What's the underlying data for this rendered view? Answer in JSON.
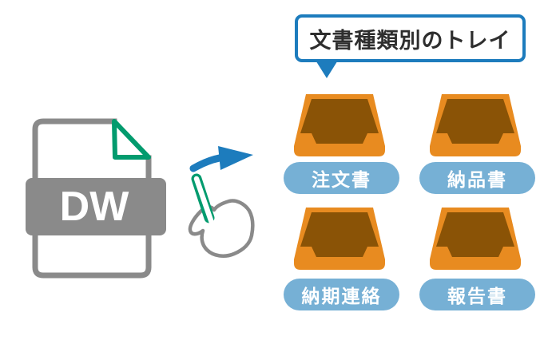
{
  "title": {
    "label": "文書種類別のトレイ"
  },
  "source_document": {
    "label": "DW"
  },
  "trays": [
    {
      "label": "注文書"
    },
    {
      "label": "納品書"
    },
    {
      "label": "納期連絡"
    },
    {
      "label": "報告書"
    }
  ],
  "icons": {
    "document": "dw-file-icon",
    "fold": "page-fold-corner-icon",
    "arrow": "right-arrow-icon",
    "hand": "pointing-hand-icon",
    "tray": "inbox-tray-icon",
    "pointer": "callout-pointer-icon"
  },
  "colors": {
    "accent_blue": "#1d7cbd",
    "pill_blue": "#76b0d5",
    "tray_orange": "#e88b20",
    "tray_inner_brown": "#8a5306",
    "document_gray": "#8a8a8a",
    "fold_green": "#029b6e",
    "title_text": "#2e2e2e",
    "pill_text": "#ffffff",
    "background": "#ffffff"
  }
}
